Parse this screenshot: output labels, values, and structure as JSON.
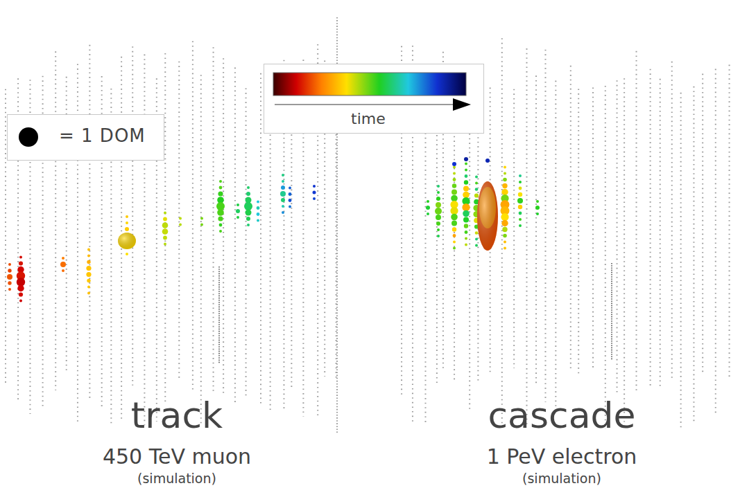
{
  "diagram": {
    "nodes": [
      {
        "text": [
          "time"
        ]
      }
    ],
    "labels": [
      "track",
      "450 TeV muon",
      "(simulation)",
      "cascade",
      "1 PeV electron",
      "(simulation)"
    ],
    "legend": [
      {
        "text": "= 1 DOM"
      }
    ]
  }
}
